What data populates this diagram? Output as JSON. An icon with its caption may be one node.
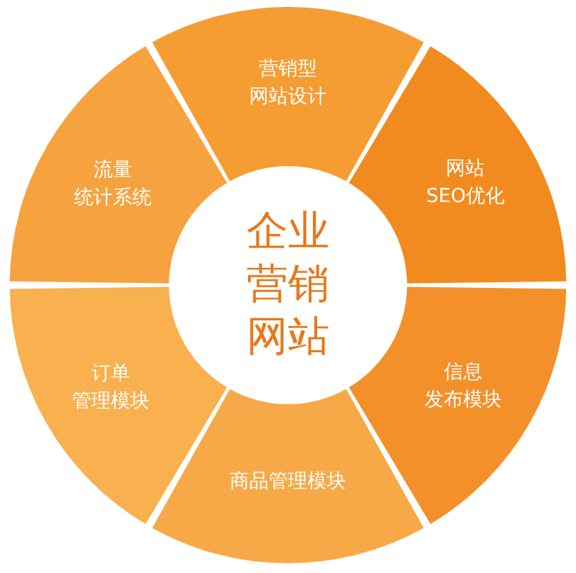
{
  "diagram": {
    "nodes": [
      {
        "text": [
          "企业营销网站"
        ]
      },
      {
        "text": [
          "营销型网站设计"
        ]
      },
      {
        "text": [
          "网站SEO优化"
        ]
      },
      {
        "text": [
          "信息发布模块"
        ]
      },
      {
        "text": [
          "商品管理模块"
        ]
      },
      {
        "text": [
          "订单管理模块"
        ]
      },
      {
        "text": [
          "流量统计系统"
        ]
      }
    ]
  }
}
